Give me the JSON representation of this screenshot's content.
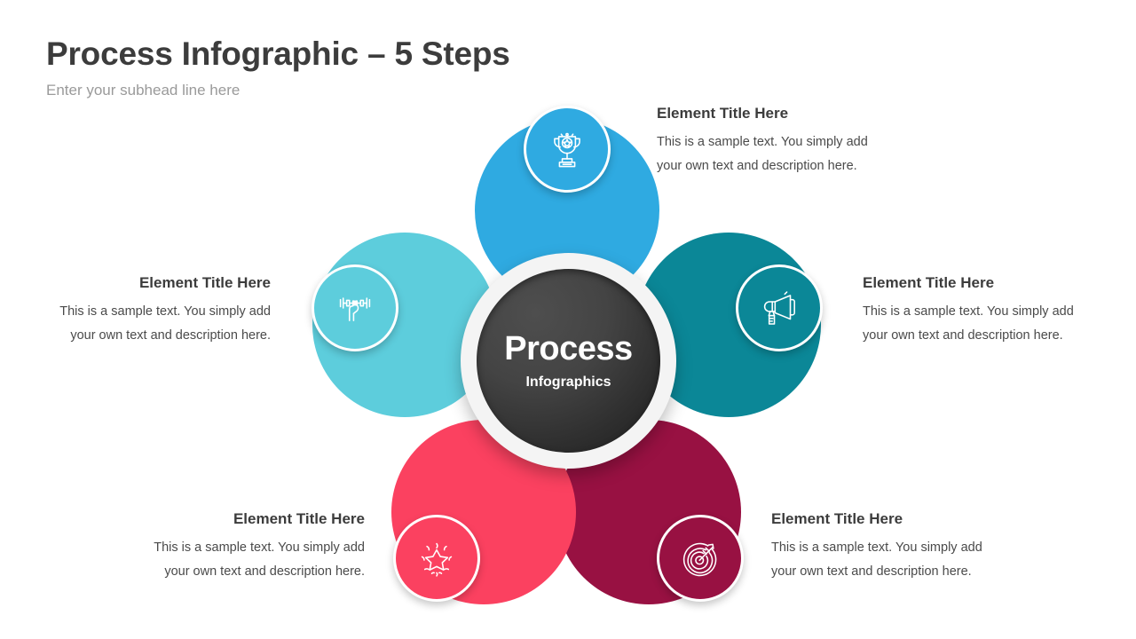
{
  "header": {
    "title": "Process Infographic – 5 Steps",
    "subtitle": "Enter your subhead line here"
  },
  "hub": {
    "title": "Process",
    "subtitle": "Infographics",
    "gradient_from": "#4e4e4e",
    "gradient_to": "#1f1f1f",
    "ring_color": "#f4f4f4"
  },
  "steps": [
    {
      "id": "step-1",
      "icon": "trophy-icon",
      "color": "#2FAAE1",
      "title": "Element Title Here",
      "line1": "This is a sample text. You simply add",
      "line2": "your own text and description here.",
      "align": "left"
    },
    {
      "id": "step-2",
      "icon": "megaphone-icon",
      "color": "#0B8797",
      "title": "Element Title Here",
      "line1": "This is a sample text. You simply add",
      "line2": "your own text and description here.",
      "align": "left"
    },
    {
      "id": "step-3",
      "icon": "target-arrow-icon",
      "color": "#981142",
      "title": "Element Title Here",
      "line1": "This is a sample text. You simply add",
      "line2": "your own text and description here.",
      "align": "left"
    },
    {
      "id": "step-4",
      "icon": "sparkling-star-icon",
      "color": "#FB4160",
      "title": "Element Title Here",
      "line1": "This is a sample text. You simply add",
      "line2": "your own text and description here.",
      "align": "right"
    },
    {
      "id": "step-5",
      "icon": "dumbbell-hand-icon",
      "color": "#5DCDDC",
      "title": "Element Title Here",
      "line1": "This is a sample text. You simply add",
      "line2": "your own text and description here.",
      "align": "right"
    }
  ]
}
